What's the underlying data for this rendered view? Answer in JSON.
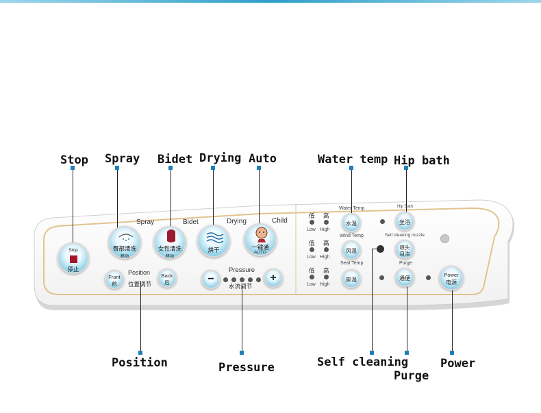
{
  "callouts": {
    "stop": "Stop",
    "spray": "Spray",
    "bidet": "Bidet",
    "drying": "Drying",
    "auto": "Auto",
    "water_temp": "Water temp",
    "hip_bath": "Hip bath",
    "position": "Position",
    "pressure": "Pressure",
    "self_cleaning": "Self cleaning",
    "purge": "Purge",
    "power": "Power"
  },
  "panel": {
    "mode_labels": {
      "spray": "Spray",
      "bidet": "Bidet",
      "drying": "Drying",
      "child": "Child"
    },
    "stop_button": {
      "top": "Stop",
      "bottom": "停止"
    },
    "spray_button": {
      "main": "臀部清洗",
      "sub": "移动"
    },
    "bidet_button": {
      "main": "女性清洗",
      "sub": "移动"
    },
    "drying_button": {
      "main": "烘干"
    },
    "auto_button": {
      "main": "一键通",
      "sub": "AUTO"
    },
    "front_button": {
      "top": "Front",
      "bottom": "前"
    },
    "back_button": {
      "top": "Back",
      "bottom": "后"
    },
    "position_label": "Position",
    "position_cn": "位置调节",
    "pressure_label": "Pressure",
    "pressure_cn": "水流调节",
    "minus_button": "−",
    "plus_button": "+",
    "low_cn": "低",
    "high_cn": "高",
    "low": "Low",
    "high": "High",
    "water_temp_label": "Water Temp",
    "water_temp_button": "水温",
    "wind_temp_label": "Wind Temp",
    "wind_temp_button": "风温",
    "seat_temp_label": "Seat Temp",
    "seat_temp_button": "座温",
    "hip_bath_label": "Hip Bath",
    "hip_bath_button": "坐浴",
    "self_cleaning_label": "Self cleaning nozzle",
    "self_cleaning_button": {
      "top": "喷头",
      "bottom": "自洁"
    },
    "purge_label": "Purge",
    "purge_button": "通便",
    "power_button": {
      "top": "Power",
      "bottom": "电源"
    }
  },
  "colors": {
    "accent": "#2f9fc9",
    "marker": "#1e7fb8",
    "trim": "#e2c38e"
  }
}
